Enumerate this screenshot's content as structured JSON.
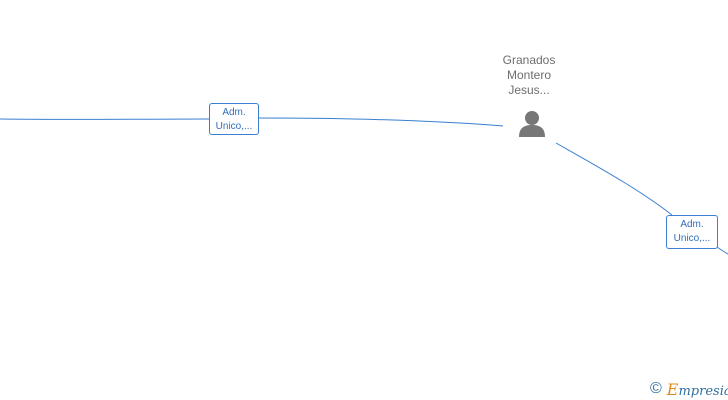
{
  "person": {
    "name_lines": [
      "Granados",
      "Montero",
      "Jesus..."
    ],
    "icon": "person-icon"
  },
  "roles": [
    {
      "lines": [
        "Adm.",
        "Unico,..."
      ]
    },
    {
      "lines": [
        "Adm.",
        "Unico,..."
      ]
    }
  ],
  "footer": {
    "copyright_symbol": "©",
    "brand_initial": "E",
    "brand_rest": "mpresia"
  },
  "colors": {
    "edge": "#3a7fd1",
    "role_text": "#2f6fbd",
    "person_name": "#6e6e6e",
    "person_icon": "#777777",
    "brand": "#2f6f9f",
    "brand_accent": "#e58a1a"
  }
}
